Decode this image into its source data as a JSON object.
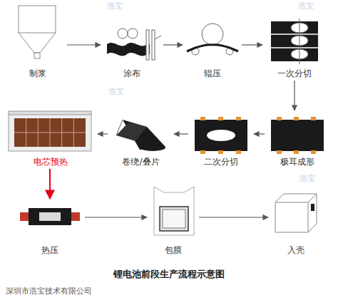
{
  "diagram": {
    "title": "锂电池前段生产流程示意图",
    "nodes": [
      {
        "text": [
          "制浆"
        ]
      },
      {
        "text": [
          "涂布"
        ]
      },
      {
        "text": [
          "辊压"
        ]
      },
      {
        "text": [
          "一次分切"
        ]
      },
      {
        "text": [
          "极耳成形"
        ]
      },
      {
        "text": [
          "二次分切"
        ]
      },
      {
        "text": [
          "卷绕/叠片"
        ]
      },
      {
        "text": [
          "电芯预热"
        ]
      },
      {
        "text": [
          "热压"
        ]
      },
      {
        "text": [
          "包膜"
        ]
      },
      {
        "text": [
          "入壳"
        ]
      }
    ],
    "edges": [
      {
        "from": 0,
        "to": 1,
        "arrow": "to"
      },
      {
        "from": 1,
        "to": 2,
        "arrow": "to"
      },
      {
        "from": 2,
        "to": 3,
        "arrow": "to"
      },
      {
        "from": 3,
        "to": 4,
        "arrow": "to"
      },
      {
        "from": 4,
        "to": 5,
        "arrow": "to"
      },
      {
        "from": 5,
        "to": 6,
        "arrow": "to"
      },
      {
        "from": 6,
        "to": 7,
        "arrow": "to"
      },
      {
        "from": 7,
        "to": 8,
        "arrow": "to"
      },
      {
        "from": 8,
        "to": 9,
        "arrow": "to"
      },
      {
        "from": 9,
        "to": 10,
        "arrow": "to"
      }
    ],
    "labels": [
      "深圳市浩宝技术有限公司",
      "浩宝",
      "浩宝",
      "浩宝",
      "浩宝"
    ]
  }
}
